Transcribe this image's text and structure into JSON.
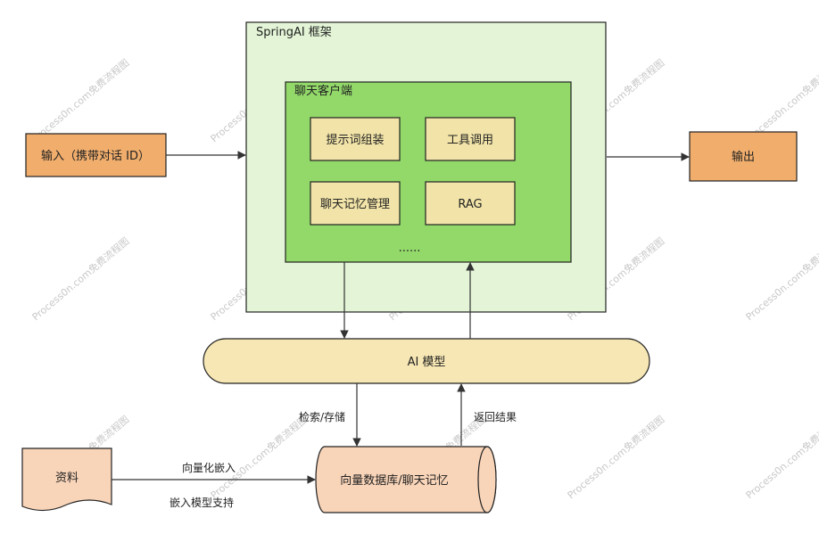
{
  "watermark": "Process0n.com免费流程图",
  "colors": {
    "framework_fill": "#e3f5d6",
    "framework_stroke": "#222222",
    "client_fill": "#93d96a",
    "module_fill": "#f2e4a8",
    "io_fill": "#f0ad6c",
    "model_fill": "#f7e7b4",
    "db_fill": "#f8d4b8",
    "doc_fill": "#f8d4b8",
    "line": "#333333"
  },
  "diagram": {
    "framework_title": "SpringAI 框架",
    "client_title": "聊天客户端",
    "modules": {
      "prompt": "提示词组装",
      "tools": "工具调用",
      "memory": "聊天记忆管理",
      "rag": "RAG"
    },
    "more": "......",
    "input": "输入（携带对话 ID）",
    "output": "输出",
    "model": "AI 模型",
    "vector_db": "向量数据库/聊天记忆",
    "materials": "资料",
    "edges": {
      "search_store": "检索/存储",
      "return_result": "返回结果",
      "vector_embed": "向量化嵌入",
      "embed_support": "嵌入模型支持"
    }
  }
}
